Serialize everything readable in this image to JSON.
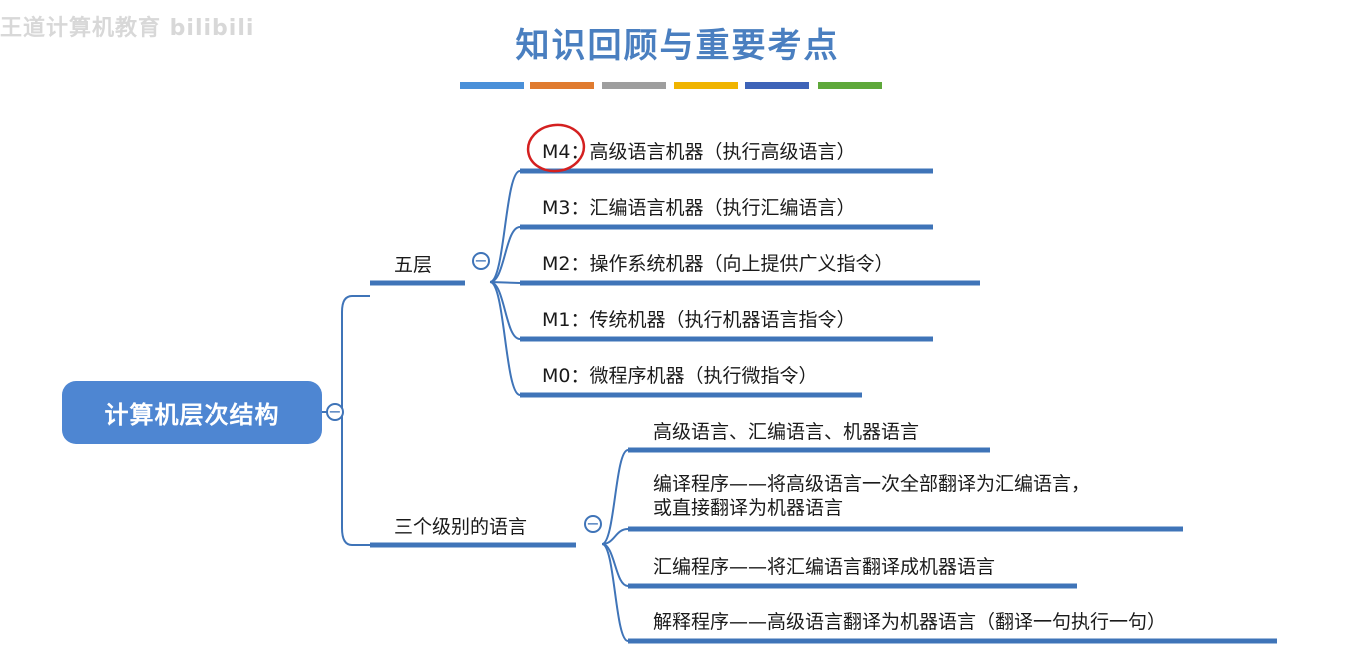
{
  "watermark": "王道计算机教育 bilibili",
  "title": "知识回顾与重要考点",
  "color_bars": [
    "#4a90d9",
    "#e07b2f",
    "#9e9e9e",
    "#f0b400",
    "#3d63b8",
    "#5ea83a"
  ],
  "colors": {
    "root_fill": "#4e86d2",
    "line": "#3f74b8",
    "title": "#4a7fc0",
    "circle": "#d42020"
  },
  "root": {
    "label": "计算机层次结构"
  },
  "toggle_symbol": "−",
  "branches": {
    "five_layers": {
      "label": "五层",
      "items": [
        "M4：高级语言机器（执行高级语言）",
        "M3：汇编语言机器（执行汇编语言）",
        "M2：操作系统机器（向上提供广义指令）",
        "M1：传统机器（执行机器语言指令）",
        "M0：微程序机器（执行微指令）"
      ]
    },
    "three_levels": {
      "label": "三个级别的语言",
      "items": [
        "高级语言、汇编语言、机器语言",
        "编译程序——将高级语言一次全部翻译为汇编语言，",
        "或直接翻译为机器语言",
        "汇编程序——将汇编语言翻译成机器语言",
        "解释程序——高级语言翻译为机器语言（翻译一句执行一句）"
      ]
    }
  }
}
